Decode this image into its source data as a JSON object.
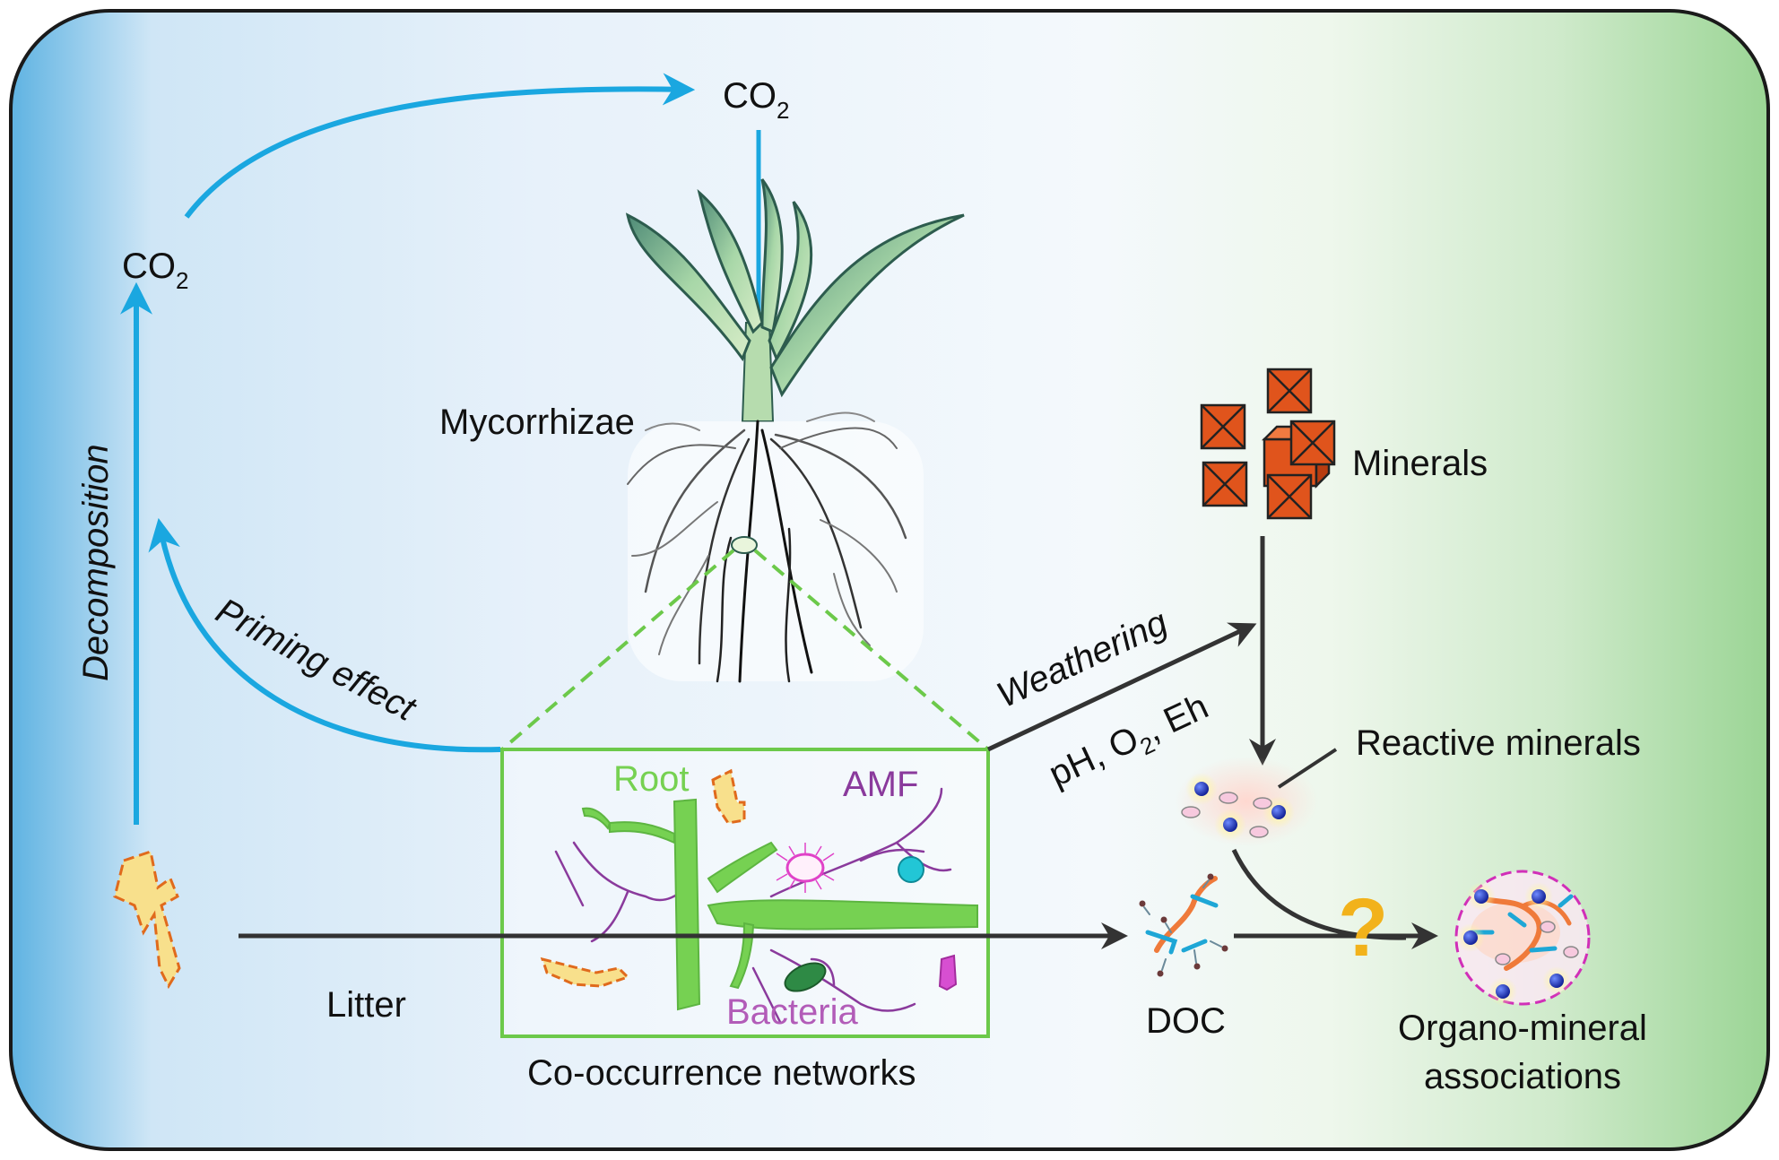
{
  "labels": {
    "co2_top": "CO",
    "co2_top_sub": "2",
    "co2_left": "CO",
    "co2_left_sub": "2",
    "decomposition": "Decomposition",
    "priming_effect": "Priming effect",
    "mycorrhizae": "Mycorrhizae",
    "minerals": "Minerals",
    "weathering": "Weathering",
    "ph_o2_eh_1": "pH, O",
    "ph_o2_eh_sub": "2",
    "ph_o2_eh_2": ", Eh",
    "reactive_minerals": "Reactive minerals",
    "root": "Root",
    "amf": "AMF",
    "bacteria": "Bacteria",
    "litter": "Litter",
    "co_occurrence": "Co-occurrence networks",
    "doc": "DOC",
    "question_mark": "?",
    "organo_mineral_1": "Organo-mineral",
    "organo_mineral_2": "associations"
  },
  "colors": {
    "co2_arrow": "#1aa7e0",
    "flow_arrow": "#333333",
    "network_box": "#6cc94a",
    "root_green": "#76d152",
    "amf_purple": "#8a3a9c",
    "bacteria_label": "#b25cb8",
    "mineral_orange": "#e0541c",
    "litter_orange": "#e06a1c",
    "litter_fill": "#f8e08c",
    "question": "#f2b21b",
    "om_ring": "#d12fb8",
    "bg_left": "#5fb5e3",
    "bg_right": "#9fd89a"
  }
}
